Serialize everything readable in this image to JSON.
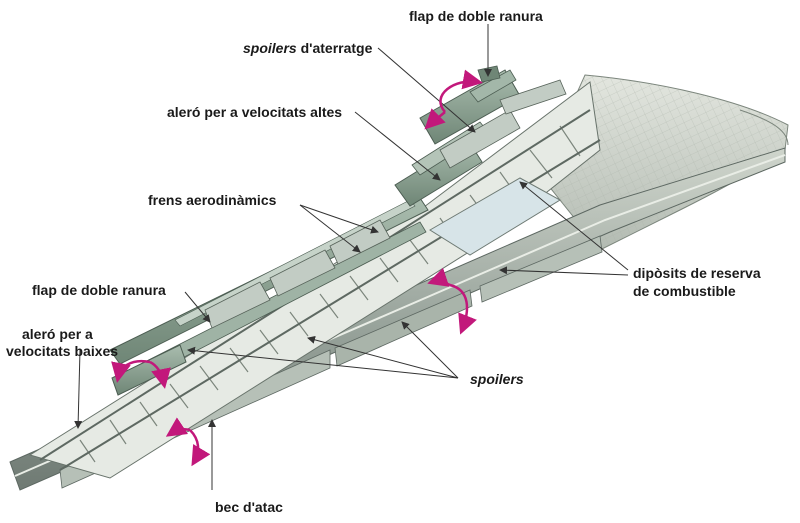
{
  "labels": {
    "flap_top": "flap de doble ranura",
    "landing_spoilers_italic": "spoilers",
    "landing_spoilers_rest": " d'aterratge",
    "aileron_high": "aleró per a velocitats altes",
    "air_brakes": "frens aerodinàmics",
    "fuel_line1": "dipòsits de reserva",
    "fuel_line2": "de combustible",
    "flap_left": "flap de doble ranura",
    "aileron_low_line1": "aleró per a",
    "aileron_low_line2": "velocitats baixes",
    "spoilers": "spoilers",
    "leading_edge": "bec d'atac"
  },
  "colors": {
    "text": "#1a1a1a",
    "leader": "#333333",
    "arrow": "#c2187b",
    "wing_light": "#d9ddd5",
    "wing_mid": "#b9c0b6",
    "wing_dark": "#7c8780",
    "wing_green": "#8fa596",
    "interior": "#e8ece6"
  }
}
